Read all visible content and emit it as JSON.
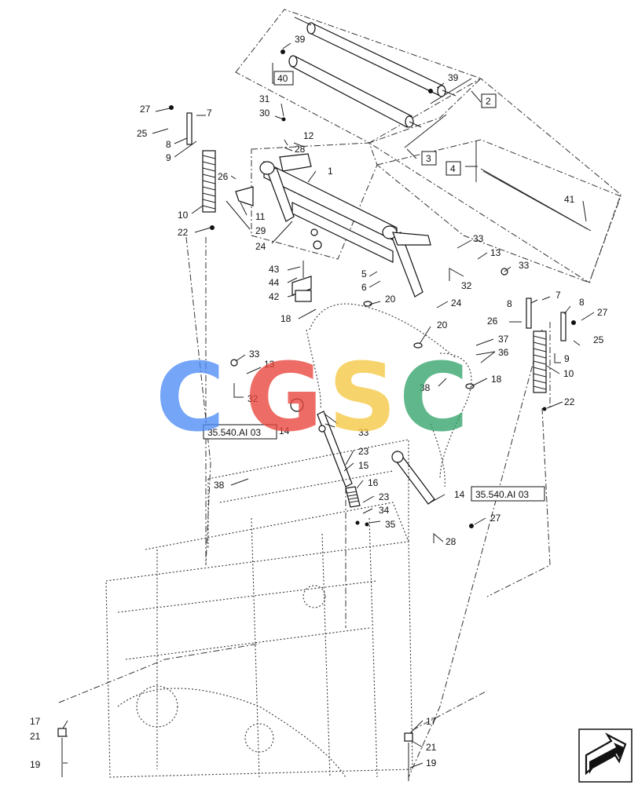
{
  "callouts": [
    {
      "id": "c39a",
      "text": "39"
    },
    {
      "id": "c40",
      "text": "40",
      "boxed": true
    },
    {
      "id": "c39b",
      "text": "39"
    },
    {
      "id": "c2",
      "text": "2",
      "boxed": true
    },
    {
      "id": "c31",
      "text": "31"
    },
    {
      "id": "c30",
      "text": "30"
    },
    {
      "id": "c27a",
      "text": "27"
    },
    {
      "id": "c7a",
      "text": "7"
    },
    {
      "id": "c25a",
      "text": "25"
    },
    {
      "id": "c8a",
      "text": "8"
    },
    {
      "id": "c9a",
      "text": "9"
    },
    {
      "id": "c12",
      "text": "12"
    },
    {
      "id": "c28a",
      "text": "28"
    },
    {
      "id": "c3",
      "text": "3",
      "boxed": true
    },
    {
      "id": "c4",
      "text": "4",
      "boxed": true
    },
    {
      "id": "c1",
      "text": "1"
    },
    {
      "id": "c26a",
      "text": "26"
    },
    {
      "id": "c10a",
      "text": "10"
    },
    {
      "id": "c11",
      "text": "11"
    },
    {
      "id": "c29",
      "text": "29"
    },
    {
      "id": "c22a",
      "text": "22"
    },
    {
      "id": "c24a",
      "text": "24"
    },
    {
      "id": "c41",
      "text": "41"
    },
    {
      "id": "c33a",
      "text": "33"
    },
    {
      "id": "c13a",
      "text": "13"
    },
    {
      "id": "c33b",
      "text": "33"
    },
    {
      "id": "c32a",
      "text": "32"
    },
    {
      "id": "c43",
      "text": "43"
    },
    {
      "id": "c44",
      "text": "44"
    },
    {
      "id": "c42",
      "text": "42"
    },
    {
      "id": "c5",
      "text": "5"
    },
    {
      "id": "c6",
      "text": "6"
    },
    {
      "id": "c20a",
      "text": "20"
    },
    {
      "id": "c24b",
      "text": "24"
    },
    {
      "id": "c18a",
      "text": "18"
    },
    {
      "id": "c20b",
      "text": "20"
    },
    {
      "id": "c8b",
      "text": "8"
    },
    {
      "id": "c7b",
      "text": "7"
    },
    {
      "id": "c8c",
      "text": "8"
    },
    {
      "id": "c26b",
      "text": "26"
    },
    {
      "id": "c27b",
      "text": "27"
    },
    {
      "id": "c37",
      "text": "37"
    },
    {
      "id": "c36",
      "text": "36"
    },
    {
      "id": "c25b",
      "text": "25"
    },
    {
      "id": "c9b",
      "text": "9"
    },
    {
      "id": "c10b",
      "text": "10"
    },
    {
      "id": "c33c",
      "text": "33"
    },
    {
      "id": "c13b",
      "text": "13"
    },
    {
      "id": "c38a",
      "text": "38"
    },
    {
      "id": "c18b",
      "text": "18"
    },
    {
      "id": "c32b",
      "text": "32"
    },
    {
      "id": "c22b",
      "text": "22"
    },
    {
      "id": "c14a",
      "text": "14"
    },
    {
      "id": "c33d",
      "text": "33"
    },
    {
      "id": "c23a",
      "text": "23"
    },
    {
      "id": "c15",
      "text": "15"
    },
    {
      "id": "c16",
      "text": "16"
    },
    {
      "id": "c23b",
      "text": "23"
    },
    {
      "id": "c34",
      "text": "34"
    },
    {
      "id": "c35",
      "text": "35"
    },
    {
      "id": "c38b",
      "text": "38"
    },
    {
      "id": "c14b",
      "text": "14"
    },
    {
      "id": "c27c",
      "text": "27"
    },
    {
      "id": "c28b",
      "text": "28"
    },
    {
      "id": "c17a",
      "text": "17"
    },
    {
      "id": "c21a",
      "text": "21"
    },
    {
      "id": "c19a",
      "text": "19"
    },
    {
      "id": "c17b",
      "text": "17"
    },
    {
      "id": "c21b",
      "text": "21"
    },
    {
      "id": "c19b",
      "text": "19"
    }
  ],
  "references": [
    {
      "id": "ref-left",
      "text": "35.540.AI 03"
    },
    {
      "id": "ref-right",
      "text": "35.540.AI 03"
    }
  ],
  "watermark": {
    "letters": [
      "C",
      "G",
      "S",
      "C"
    ],
    "colors": [
      "#4f8df5",
      "#e8453c",
      "#f6c842",
      "#34a36b"
    ]
  },
  "nav_icon": "next-page-arrow-icon"
}
